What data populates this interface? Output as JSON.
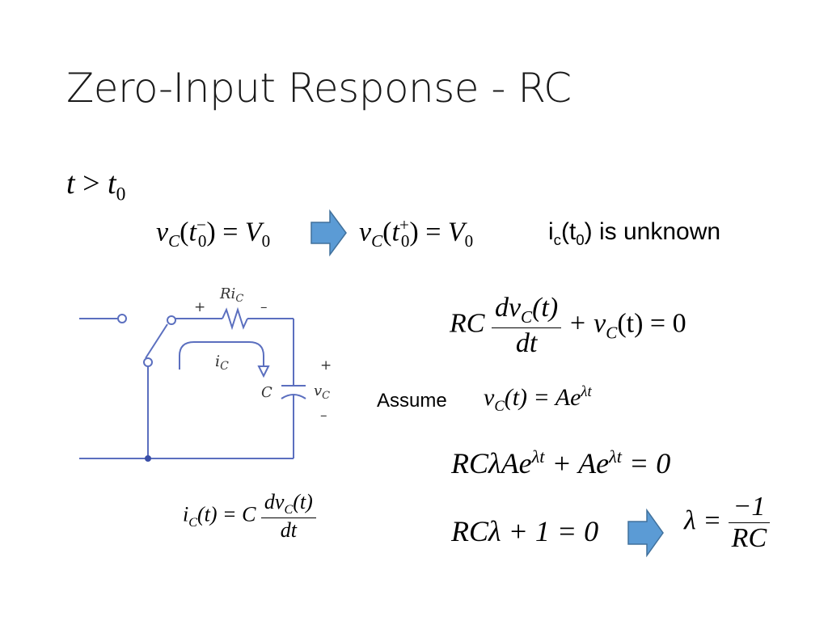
{
  "slide": {
    "title": "Zero-Input Response - RC",
    "condition": {
      "lhs": "t",
      "op": ">",
      "rhs": "t",
      "rhs_sub": "0"
    },
    "initial": {
      "left": {
        "v": "v",
        "sub": "C",
        "t": "t",
        "t_sub": "0",
        "t_sup": "−",
        "rhs": "V",
        "rhs_sub": "0"
      },
      "right": {
        "v": "v",
        "sub": "C",
        "t": "t",
        "t_sub": "0",
        "t_sup": "+",
        "rhs": "V",
        "rhs_sub": "0"
      },
      "note": {
        "i": "i",
        "i_sub": "c",
        "paren_open": "(t",
        "t_sub": "0",
        "rest": ") is unknown"
      }
    },
    "ode": {
      "rc": "RC",
      "num": "dv",
      "num_sub": "C",
      "num_arg": "(t)",
      "den": "dt",
      "plus": "+ v",
      "plus_sub": "C",
      "rest": "(t) = 0"
    },
    "assume": {
      "label": "Assume",
      "v": "v",
      "sub": "C",
      "rest": "(t) = Ae",
      "sup": "λt"
    },
    "eq3": {
      "a": "RCλAe",
      "a_sup": "λt",
      "b": " + Ae",
      "b_sup": "λt",
      "c": " = 0"
    },
    "eq4": {
      "text": "RCλ + 1 = 0"
    },
    "lambda": {
      "lhs": "λ =",
      "num": "−1",
      "den": "RC"
    },
    "current": {
      "i": "i",
      "sub": "C",
      "mid": "(t) = C",
      "num": "dv",
      "num_sub": "C",
      "num_arg": "(t)",
      "den": "dt"
    },
    "circuit": {
      "resistor_label": "Ri",
      "resistor_label_sub": "C",
      "plus_top": "+",
      "minus_top": "–",
      "loop_label": "i",
      "loop_label_sub": "C",
      "cap_label": "C",
      "cap_plus": "+",
      "cap_v": "v",
      "cap_v_sub": "C",
      "cap_minus": "–"
    },
    "colors": {
      "wire": "#5b6fbf",
      "arrow": "#5b9bd5",
      "arrow_stroke": "#41719c",
      "text": "#000000"
    }
  }
}
